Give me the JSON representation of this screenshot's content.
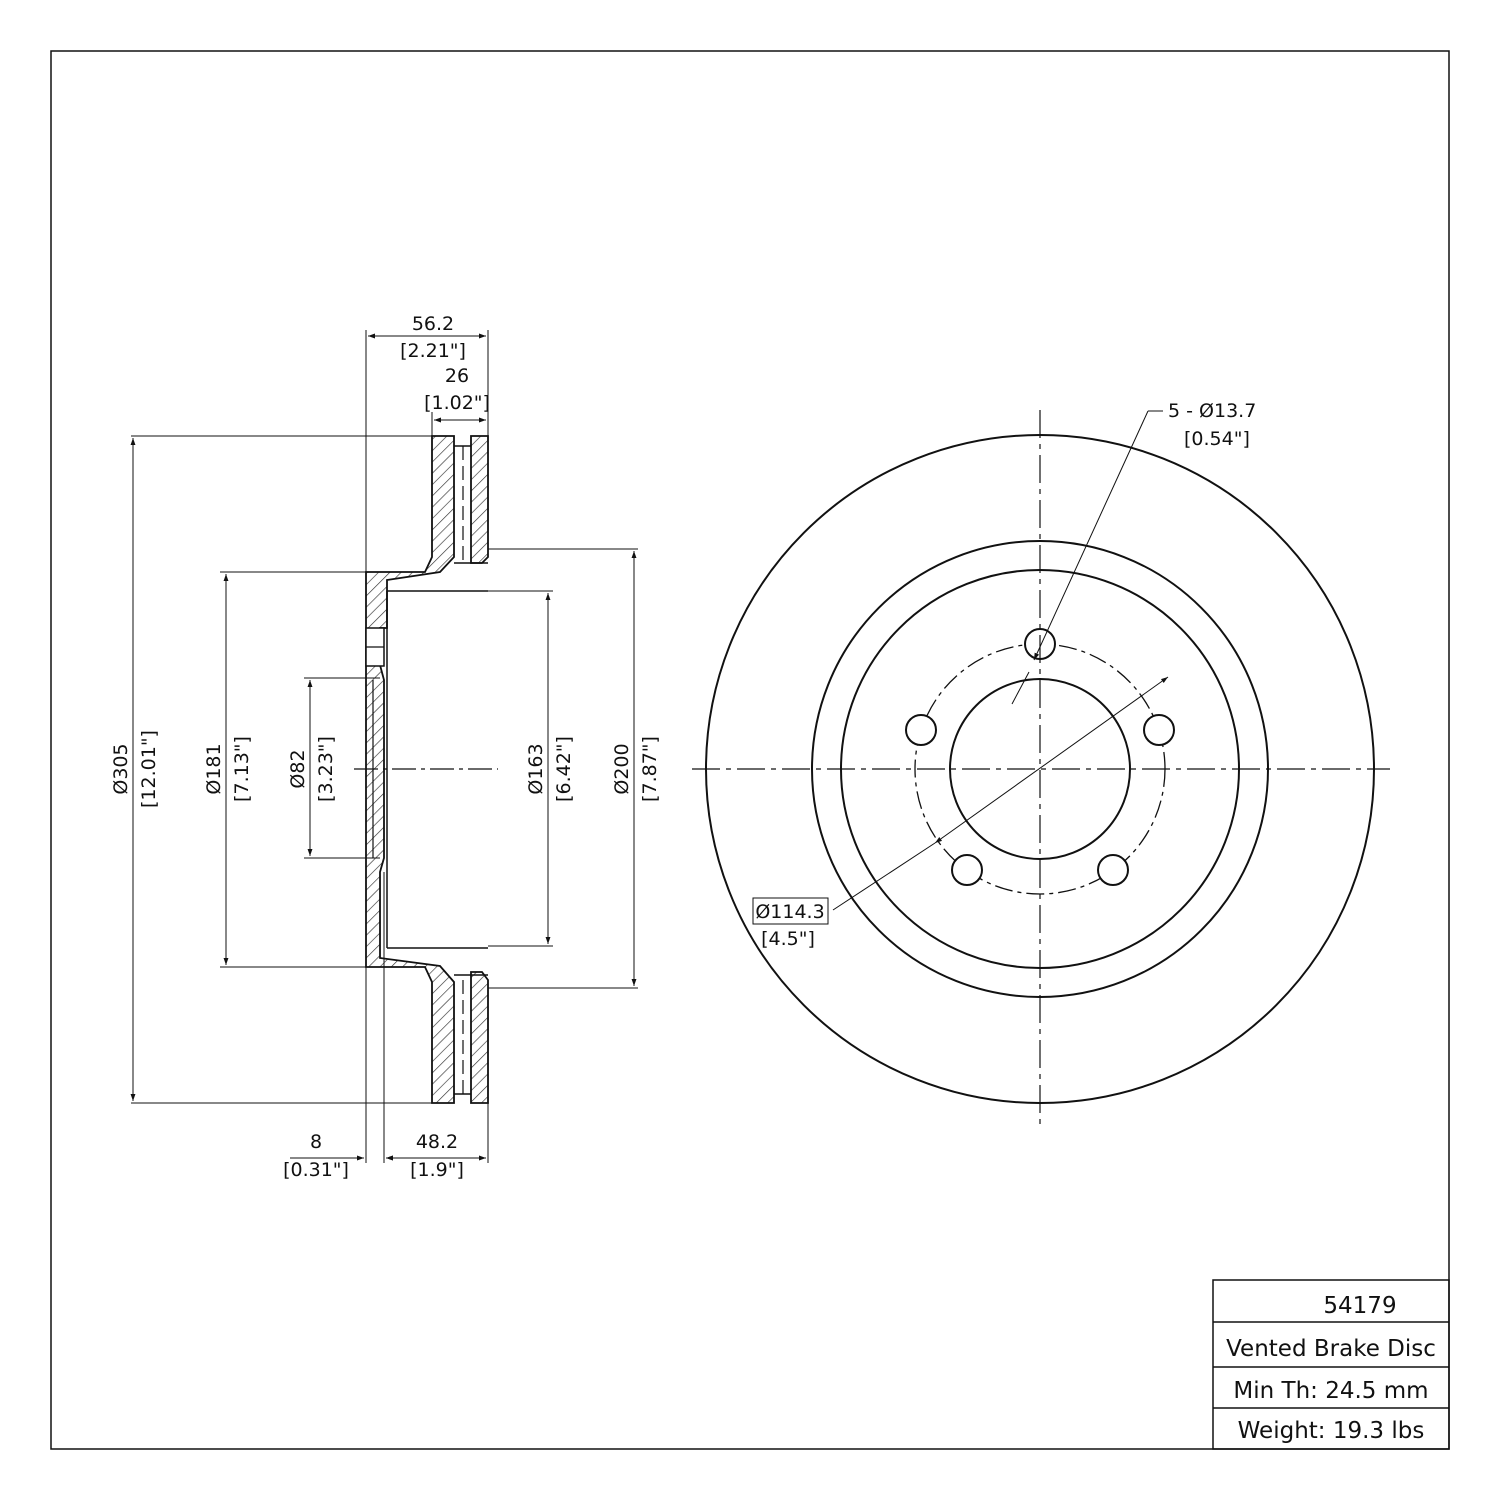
{
  "dimensions": {
    "overall_width": {
      "mm": "56.2",
      "inch": "[2.21\"]"
    },
    "disc_thickness": {
      "mm": "26",
      "inch": "[1.02\"]"
    },
    "outer_diameter": {
      "mm": "Ø305",
      "inch": "[12.01\"]"
    },
    "hat_diameter": {
      "mm": "Ø181",
      "inch": "[7.13\"]"
    },
    "center_bore": {
      "mm": "Ø82",
      "inch": "[3.23\"]"
    },
    "inner_hat_diameter": {
      "mm": "Ø163",
      "inch": "[6.42\"]"
    },
    "inner_friction_diameter": {
      "mm": "Ø200",
      "inch": "[7.87\"]"
    },
    "hat_thickness": {
      "mm": "8",
      "inch": "[0.31\"]"
    },
    "hat_height": {
      "mm": "48.2",
      "inch": "[1.9\"]"
    },
    "bolt_holes": {
      "mm": "5 - Ø13.7",
      "inch": "[0.54\"]"
    },
    "bolt_circle": {
      "mm": "Ø114.3",
      "inch": "[4.5\"]"
    }
  },
  "title_block": {
    "part_number": "54179",
    "description": "Vented Brake Disc",
    "min_thickness": "Min Th: 24.5 mm",
    "weight": "Weight: 19.3 lbs"
  }
}
